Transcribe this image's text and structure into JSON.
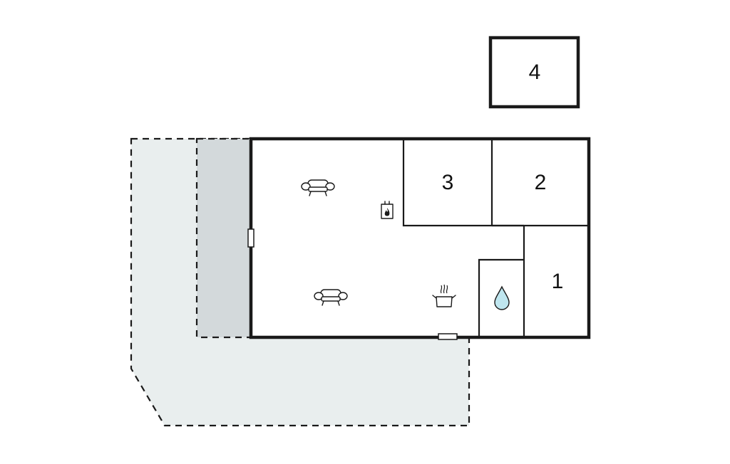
{
  "floorplan": {
    "rooms": [
      {
        "id": "room-1",
        "label": "1"
      },
      {
        "id": "room-2",
        "label": "2"
      },
      {
        "id": "room-3",
        "label": "3"
      },
      {
        "id": "room-4",
        "label": "4"
      }
    ],
    "areas": [
      "terrace",
      "covered-terrace",
      "living-area",
      "bathroom"
    ],
    "icons": [
      "sofa-icon",
      "fireplace-icon",
      "kitchen-pot-icon",
      "water-drop-icon",
      "door-icon",
      "window-icon"
    ],
    "colors": {
      "walls": "#1a1a1a",
      "terrace": "#e9eeee",
      "covered_terrace": "#d3d9db",
      "water_drop": "#bfe6ef"
    }
  }
}
